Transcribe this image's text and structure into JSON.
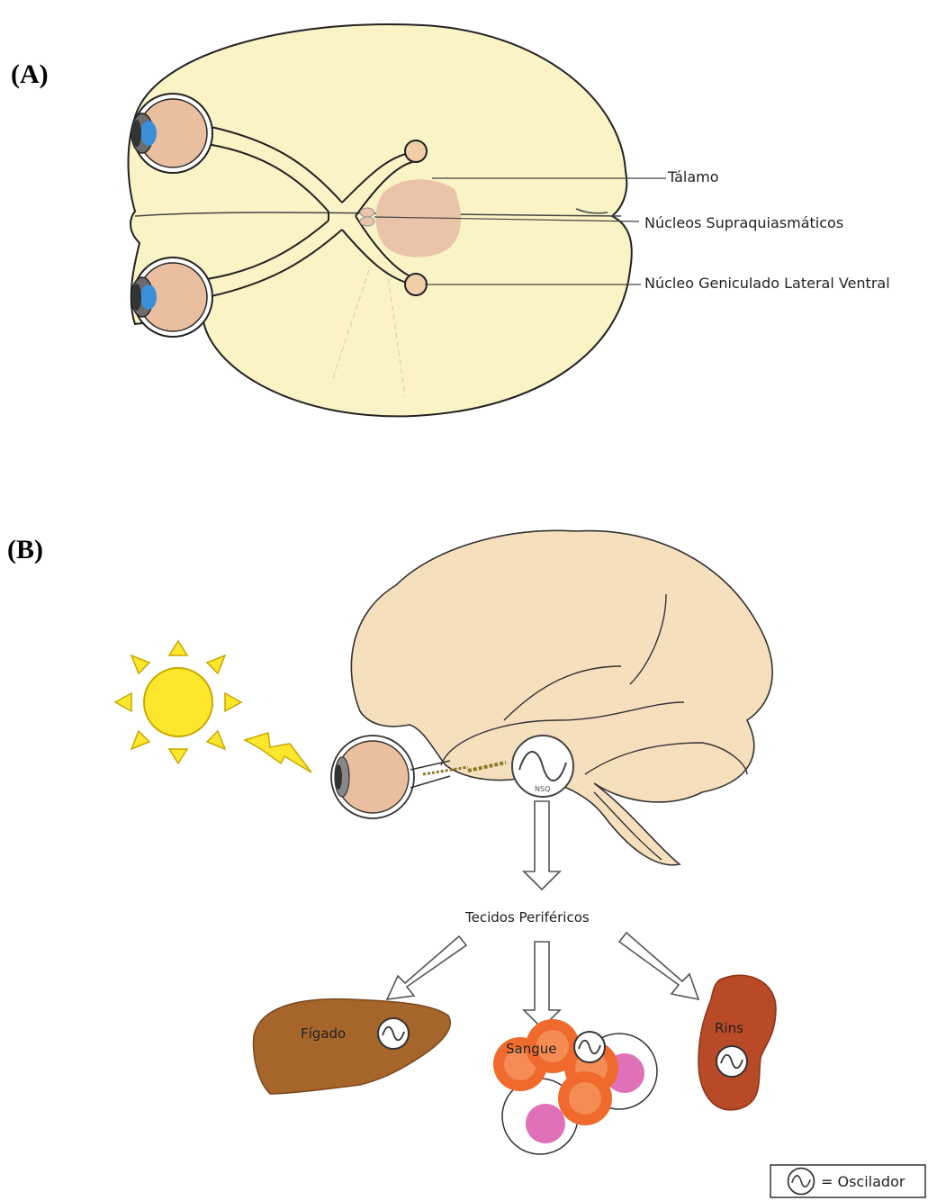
{
  "panel_a": {
    "label": "(A)",
    "labels": {
      "thalamus": "Tálamo",
      "scn": "Núcleos Supraquiasmáticos",
      "vlgn": "Núcleo Geniculado Lateral Ventral"
    }
  },
  "panel_b": {
    "label": "(B)",
    "scn_label": "NSQ",
    "peripheral_label": "Tecidos Periféricos",
    "organs": {
      "liver": "Fígado",
      "blood": "Sangue",
      "kidneys": "Rins"
    },
    "legend_text": "= Oscilador"
  },
  "colors": {
    "brain_top": "#faf3c6",
    "eye_skin": "#e9bf9f",
    "iris": "#3a8fd8",
    "brain_side": "#f6dfbd",
    "sun": "#fde72c",
    "liver": "#a6652b",
    "blood_cell": "#ef6a2c",
    "blood_core": "#e070b8",
    "kidney": "#b94a27"
  }
}
